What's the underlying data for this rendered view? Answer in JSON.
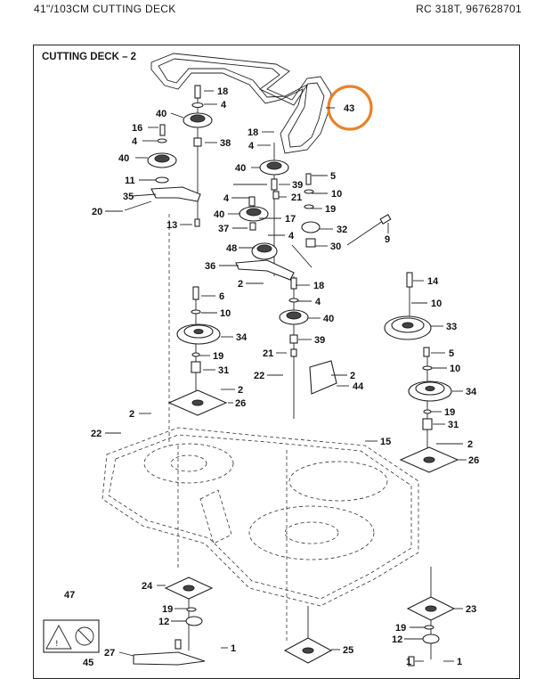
{
  "header": {
    "left": "41\"/103CM  CUTTING DECK",
    "right": "RC 318T, 967628701"
  },
  "section_title": "CUTTING DECK – 2",
  "highlight": {
    "label": "43",
    "color": "#e8822a"
  },
  "callouts": {
    "c18a": "18",
    "c4a": "4",
    "c40a": "40",
    "c16": "16",
    "c4b": "4",
    "c38": "38",
    "c18b": "18",
    "c4c": "4",
    "c40b": "40",
    "c11": "11",
    "c35": "35",
    "c20": "20",
    "c5a": "5",
    "c40c": "40",
    "c39a": "39",
    "c10a": "10",
    "c4d": "4",
    "c21a": "21",
    "c19a": "19",
    "c40d": "40",
    "c17": "17",
    "c32": "32",
    "c37": "37",
    "c4e": "4",
    "c13": "13",
    "c9": "9",
    "c30": "30",
    "c48": "48",
    "c36": "36",
    "c2a": "2",
    "c18c": "18",
    "c14": "14",
    "c6": "6",
    "c4f": "4",
    "c10b": "10",
    "c40e": "40",
    "c10c": "10",
    "c34a": "34",
    "c39b": "39",
    "c33": "33",
    "c19b": "19",
    "c21b": "21",
    "c5b": "5",
    "c31a": "31",
    "c22a": "22",
    "c2b": "2",
    "c10d": "10",
    "c2c": "2",
    "c44": "44",
    "c26a": "26",
    "c34b": "34",
    "c2d": "2",
    "c22b": "22",
    "c19c": "19",
    "c15": "15",
    "c31b": "31",
    "c2e": "2",
    "c26b": "26",
    "c47": "47",
    "c24": "24",
    "c19d": "19",
    "c12a": "12",
    "c23": "23",
    "c19e": "19",
    "c12b": "12",
    "c1a": "1",
    "c27": "27",
    "c45": "45",
    "c25": "25",
    "c1b": "1",
    "c1c": "1"
  }
}
